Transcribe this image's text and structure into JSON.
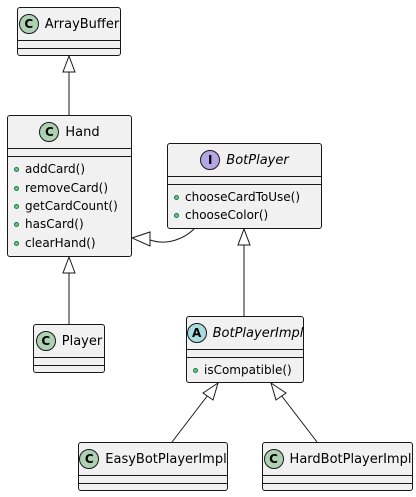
{
  "diagram": {
    "classes": {
      "arraybuffer": {
        "name": "ArrayBuffer",
        "stereotype": "C",
        "methods": []
      },
      "hand": {
        "name": "Hand",
        "stereotype": "C",
        "methods": [
          "addCard()",
          "removeCard()",
          "getCardCount()",
          "hasCard()",
          "clearHand()"
        ]
      },
      "botplayer": {
        "name": "BotPlayer",
        "stereotype": "I",
        "methods": [
          "chooseCardToUse()",
          "chooseColor()"
        ]
      },
      "player": {
        "name": "Player",
        "stereotype": "C",
        "methods": []
      },
      "botplayerimpl": {
        "name": "BotPlayerImpl",
        "stereotype": "A",
        "methods": [
          "isCompatible()"
        ]
      },
      "easybotplayerimpl": {
        "name": "EasyBotPlayerImpl",
        "stereotype": "C",
        "methods": []
      },
      "hardbotplayerimpl": {
        "name": "HardBotPlayerImpl",
        "stereotype": "C",
        "methods": []
      }
    },
    "relations": [
      {
        "from": "Hand",
        "to": "ArrayBuffer",
        "type": "extends"
      },
      {
        "from": "BotPlayer",
        "to": "Hand",
        "type": "extends"
      },
      {
        "from": "Player",
        "to": "Hand",
        "type": "extends"
      },
      {
        "from": "BotPlayerImpl",
        "to": "BotPlayer",
        "type": "implements"
      },
      {
        "from": "EasyBotPlayerImpl",
        "to": "BotPlayerImpl",
        "type": "extends"
      },
      {
        "from": "HardBotPlayerImpl",
        "to": "BotPlayerImpl",
        "type": "extends"
      }
    ],
    "colors": {
      "class_badge": "#add1b2",
      "interface_badge": "#b4a7e5",
      "abstract_badge": "#a9dcdf",
      "box_fill": "#f1f1f1",
      "border": "#181818",
      "method_dot": "#84be84"
    }
  }
}
